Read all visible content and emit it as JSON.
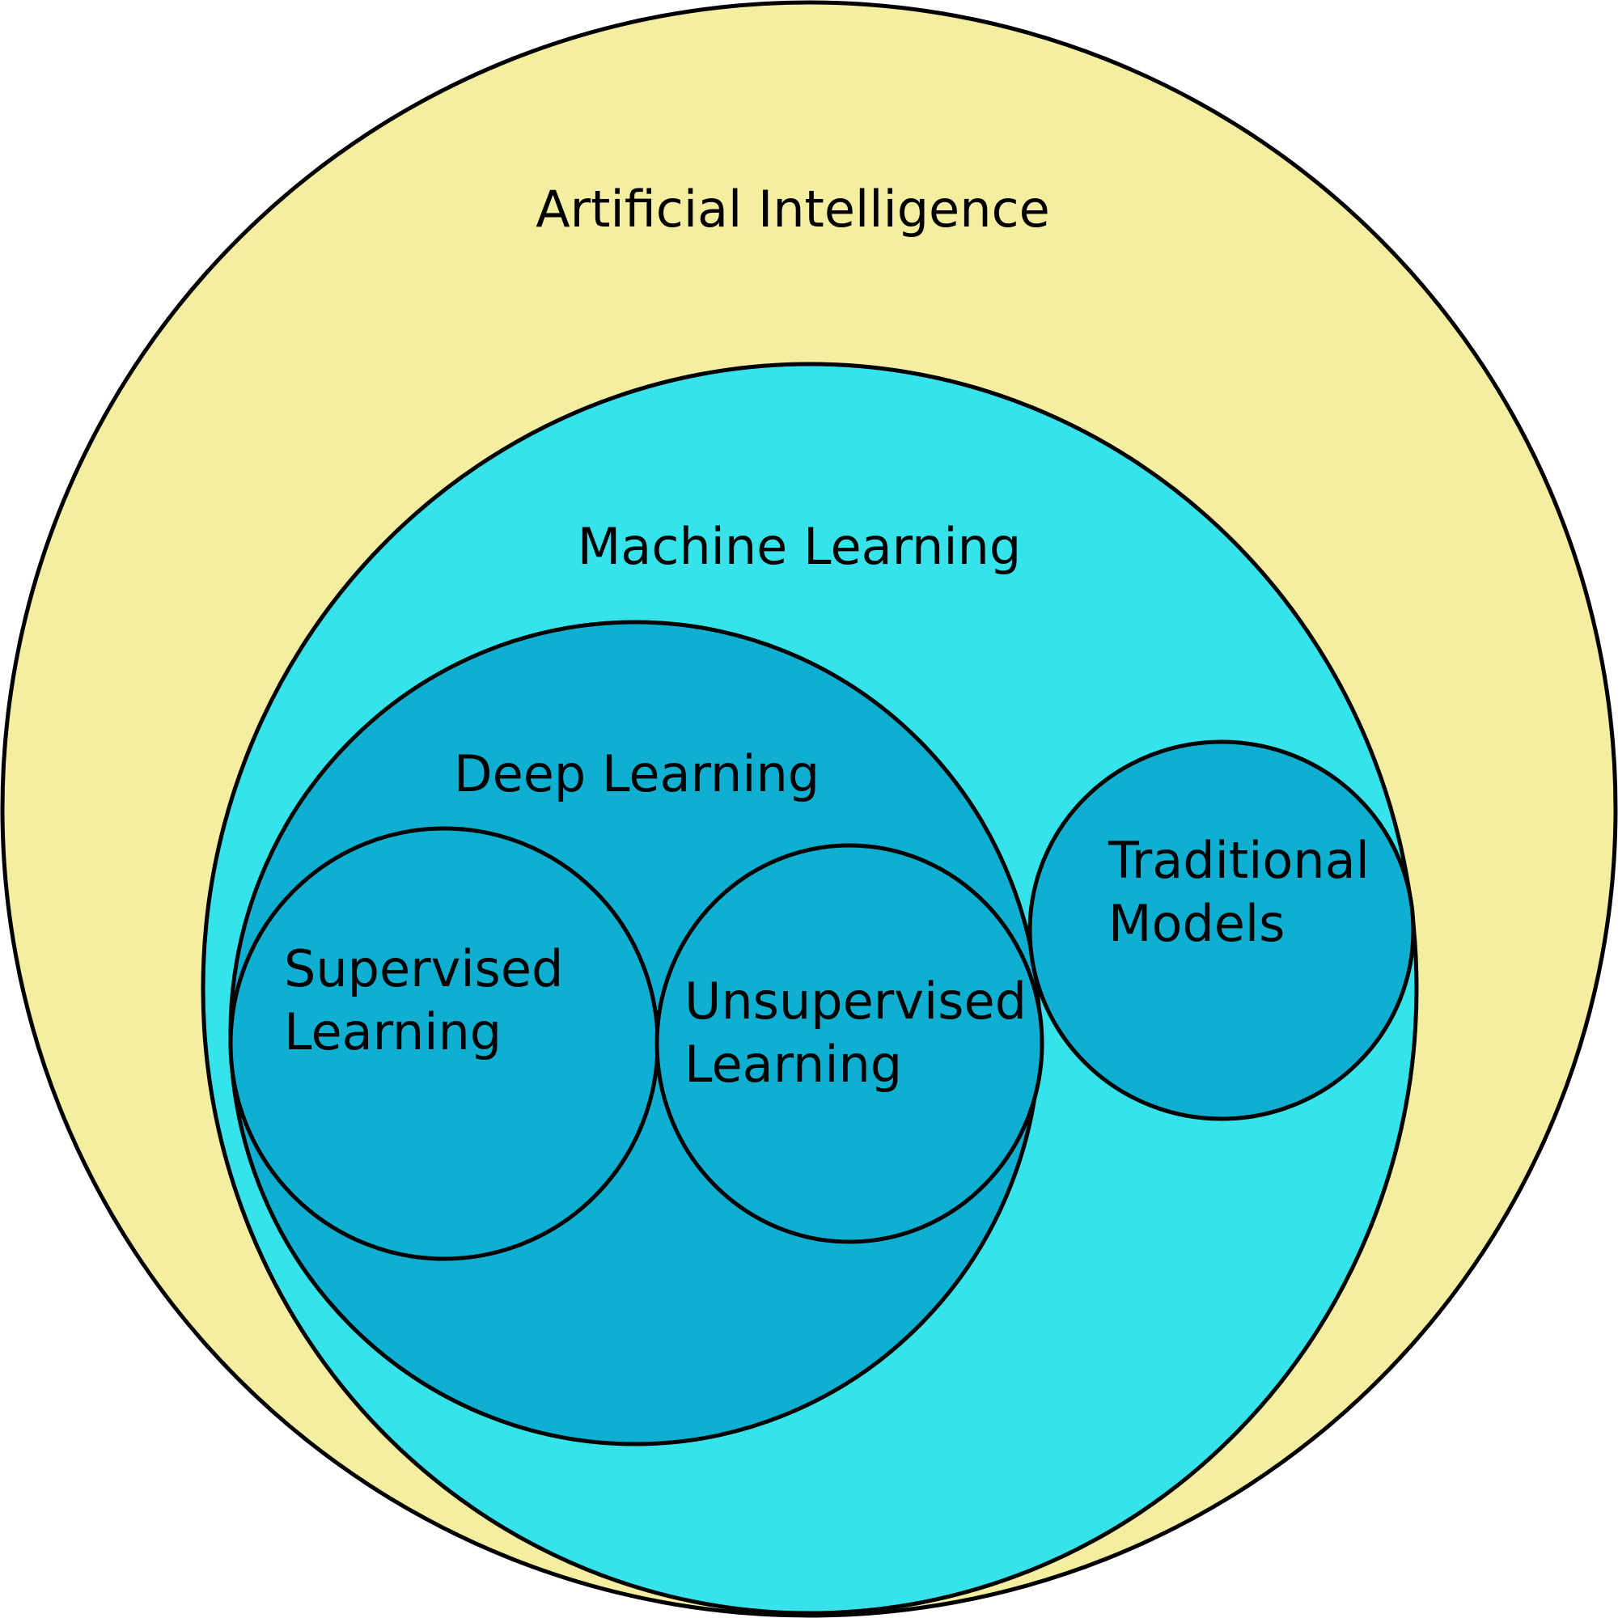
{
  "diagram": {
    "outer": {
      "label": "Artificial Intelligence",
      "color": "#F4EEA0"
    },
    "machine_learning": {
      "label": "Machine Learning",
      "color": "#36E3EA"
    },
    "deep_learning": {
      "label": "Deep Learning",
      "color": "#0FAFD2"
    },
    "supervised": {
      "label_line1": "Supervised",
      "label_line2": "Learning",
      "color": "#0FAFD2"
    },
    "unsupervised": {
      "label_line1": "Unsupervised",
      "label_line2": "Learning",
      "color": "#0FAFD2"
    },
    "traditional": {
      "label_line1": "Traditional",
      "label_line2": "Models",
      "color": "#0FAFD2"
    }
  }
}
